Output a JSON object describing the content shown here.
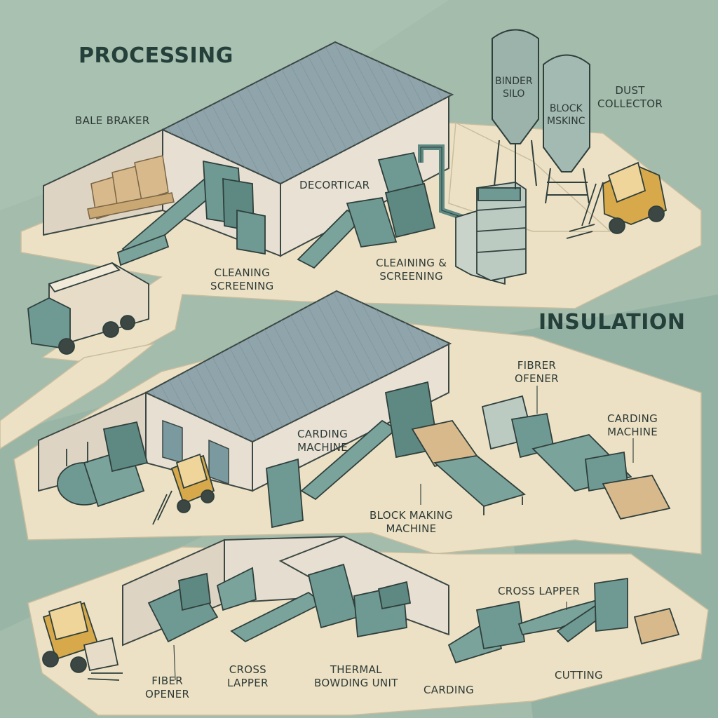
{
  "headings": {
    "processing": "PROCESSING",
    "insulation": "INSULATION"
  },
  "processing": {
    "bale_breaker": "BALE BRAKER",
    "decorticator": "DECORTICAR",
    "cleaning_screening_1": [
      "CLEANING",
      "SCREENING"
    ],
    "cleaning_screening_2": [
      "CLEAINING &",
      "SCREENING"
    ],
    "binder_silo": [
      "BINDER",
      "SILO"
    ],
    "block_silo": [
      "BLOCK",
      "MSKINC"
    ],
    "dust_collector": [
      "DUST",
      "COLLECTOR"
    ]
  },
  "insulation": {
    "fiber_opener_top": [
      "FIBRER",
      "OFENER"
    ],
    "carding_machine_right": [
      "CARDING",
      "MACHINE"
    ],
    "carding_machine_center": [
      "CARDING",
      "MACHINE"
    ],
    "block_making_machine": [
      "BLOCK MAKING",
      "MACHINE"
    ]
  },
  "bottom_line": {
    "fiber_opener": [
      "FIBER",
      "OPENER"
    ],
    "cross_lapper_left": [
      "CROSS",
      "LAPPER"
    ],
    "thermal_bonding": [
      "THERMAL",
      "BOWDING UNIT"
    ],
    "carding": "CARDING",
    "cross_lapper_right": "CROSS LAPPER",
    "cutting": "CUTTING"
  },
  "colors": {
    "background": "#9fbaa8",
    "floor": "#ece1c4",
    "wall": "#e4ddd0",
    "roof": "#8ea4ab",
    "machine": "#6f9a93",
    "forklift": "#d7a94a",
    "bale": "#d8b98c",
    "ink": "#2e3a36"
  }
}
